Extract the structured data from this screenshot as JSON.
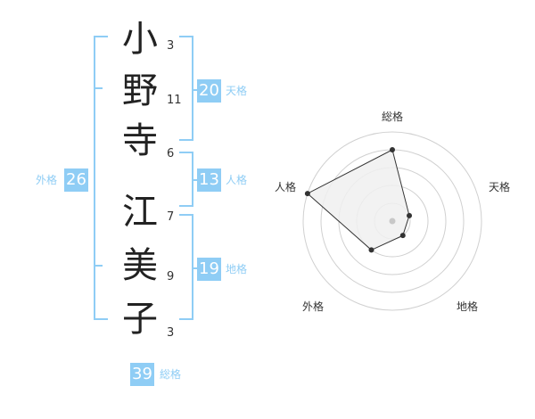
{
  "name": {
    "surname": [
      {
        "char": "小",
        "strokes": "3"
      },
      {
        "char": "野",
        "strokes": "11"
      },
      {
        "char": "寺",
        "strokes": "6"
      }
    ],
    "given": [
      {
        "char": "江",
        "strokes": "7"
      },
      {
        "char": "美",
        "strokes": "9"
      },
      {
        "char": "子",
        "strokes": "3"
      }
    ]
  },
  "fortunes": {
    "tenkaku": {
      "value": "20",
      "label": "天格"
    },
    "jinkaku": {
      "value": "13",
      "label": "人格"
    },
    "chikaku": {
      "value": "19",
      "label": "地格"
    },
    "gaikaku": {
      "value": "26",
      "label": "外格"
    },
    "soukaku": {
      "value": "39",
      "label": "総格"
    }
  },
  "radar": {
    "axes": [
      "総格",
      "天格",
      "地格",
      "外格",
      "人格"
    ],
    "levels": 5,
    "values": [
      4,
      1,
      1,
      2,
      5
    ],
    "max": 5,
    "colors": {
      "fill": "#f0f0f0",
      "stroke": "#333333",
      "grid": "#d0d0d0",
      "center": "#c8c8c8"
    }
  },
  "colors": {
    "accent": "#8fcdf5"
  }
}
